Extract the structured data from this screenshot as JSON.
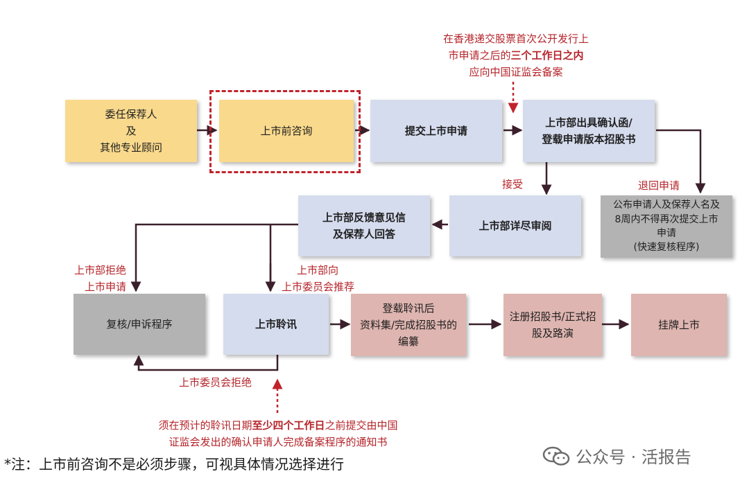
{
  "boxes": {
    "sponsor": {
      "line1": "委任保荐人",
      "line2": "及",
      "line3": "其他专业顾问"
    },
    "pre_consult": {
      "label": "上市前咨询"
    },
    "submit": {
      "label": "提交上市申请"
    },
    "confirm": {
      "line1": "上市部出具确认函/",
      "line2": "登载申请版本招股书"
    },
    "feedback": {
      "line1": "上市部反馈意见信",
      "line2": "及保荐人回答"
    },
    "review": {
      "label": "上市部详尽审阅"
    },
    "publish": {
      "line1": "公布申请人及保荐人名及",
      "line2": "8周内不得再次提交上市",
      "line3": "申请",
      "line4": "(快速复核程序)"
    },
    "appeal": {
      "label": "复核/申诉程序"
    },
    "hearing": {
      "label": "上市聆讯"
    },
    "post_hearing": {
      "line1": "登载聆讯后",
      "line2": "资料集/完成招股书的",
      "line3": "编纂"
    },
    "register": {
      "line1": "注册招股书/正式招",
      "line2": "股及路演"
    },
    "listing": {
      "label": "挂牌上市"
    }
  },
  "labels": {
    "csrc_top": {
      "line1": "在香港递交股票首次公开发行上",
      "line2_a": "市申请之后的",
      "line2_b": "三个工作日之内",
      "line3": "应向中国证监会备案"
    },
    "accept": "接受",
    "return": "退回申请",
    "reject_dept": {
      "line1": "上市部拒绝",
      "line2": "上市申请"
    },
    "recommend": {
      "line1": "上市部向",
      "line2": "上市委员会推荐"
    },
    "committee_reject": "上市委员会拒绝",
    "csrc_bottom": {
      "line1_a": "须在预计的聆讯日期",
      "line1_b": "至少四个工作日",
      "line1_c": "之前提交由中国",
      "line2": "证监会发出的确认申请人完成备案程序的通知书"
    }
  },
  "footnote": "*注：上市前咨询不是必须步骤，可视具体情况选择进行",
  "watermark": "公众号 · 活报告",
  "colors": {
    "yellow_box": "#f9d98c",
    "blue_box": "#d5dcee",
    "gray_box": "#b3b3b3",
    "pink_box": "#deb5b0",
    "red_accent": "#c0232c",
    "arrow_dark": "#3b1f2b"
  }
}
